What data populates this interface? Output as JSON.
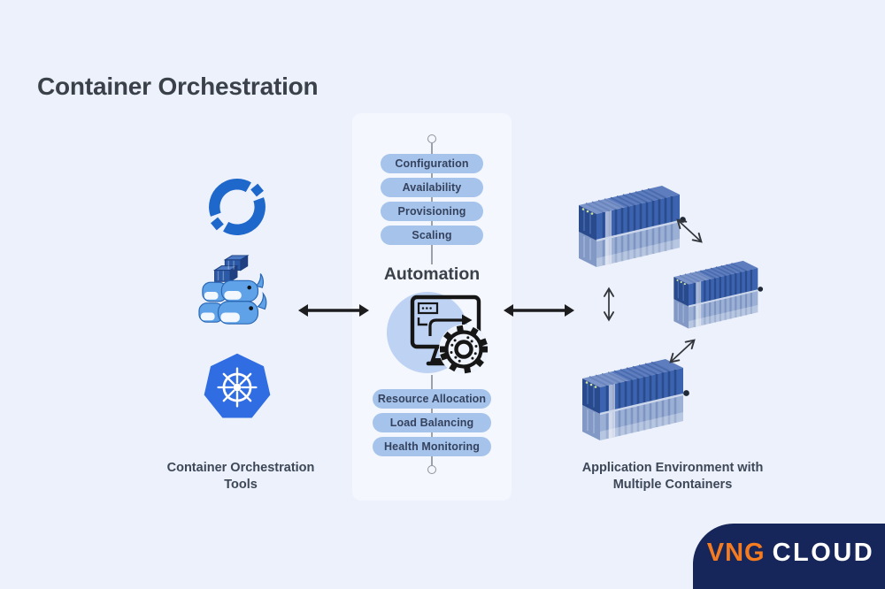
{
  "title": "Container Orchestration",
  "left_panel": {
    "label_line1": "Container Orchestration",
    "label_line2": "Tools",
    "icons": [
      "openshift-logo",
      "docker-swarm-logo",
      "kubernetes-logo"
    ]
  },
  "automation": {
    "heading": "Automation",
    "top_capabilities": [
      "Configuration",
      "Availability",
      "Provisioning",
      "Scaling"
    ],
    "bottom_capabilities": [
      "Resource Allocation",
      "Load Balancing",
      "Health Monitoring"
    ]
  },
  "right_panel": {
    "label_line1": "Application Environment with",
    "label_line2": "Multiple Containers"
  },
  "brand": {
    "name_primary": "VNG",
    "name_secondary": "CLOUD"
  },
  "colors": {
    "background": "#ecf1fb",
    "pill_blue": "#a6c4eb",
    "pill_text": "#35425e",
    "heading_text": "#3a4149",
    "tool_blue": "#1e67cb",
    "kubernetes_blue": "#316de2",
    "docker_whale_blue": "#5fa2e8",
    "container_dark_blue": "#3c63b0",
    "container_light_blue": "#9cb0d6",
    "logo_panel_navy": "#16265a",
    "logo_orange": "#f47b20",
    "arrow_black": "#1d1d1f"
  }
}
